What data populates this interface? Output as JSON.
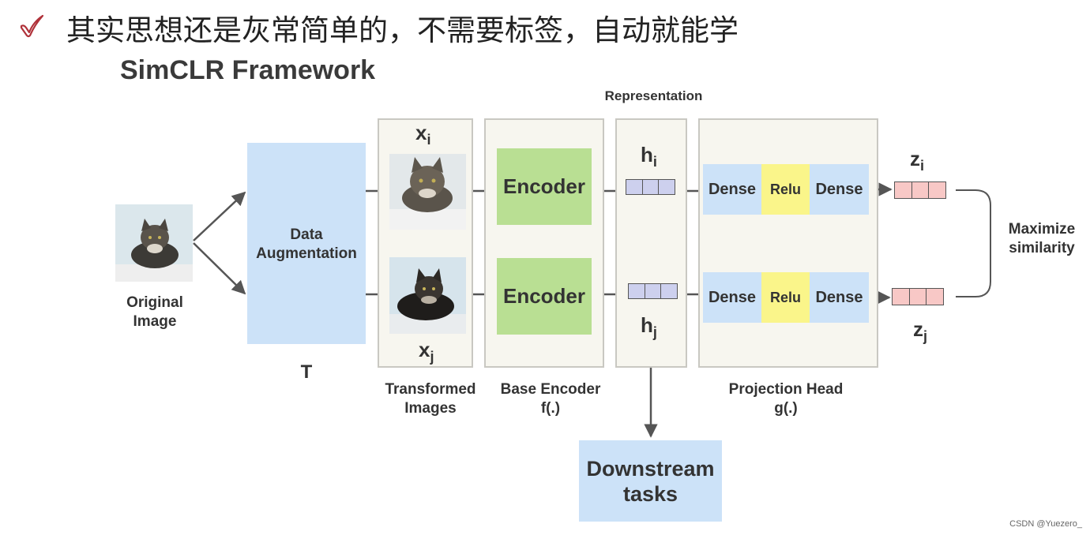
{
  "header": {
    "check_icon": "checkmark-icon",
    "text": "其实思想还是灰常简单的，不需要标签，自动就能学"
  },
  "diagram": {
    "title": "SimCLR Framework",
    "representation_label": "Representation",
    "original_image_label_line1": "Original",
    "original_image_label_line2": "Image",
    "augmentation_line1": "Data",
    "augmentation_line2": "Augmentation",
    "augmentation_symbol": "T",
    "x_i_base": "x",
    "x_i_sub": "i",
    "x_j_base": "x",
    "x_j_sub": "j",
    "transformed_label_line1": "Transformed",
    "transformed_label_line2": "Images",
    "encoder_label": "Encoder",
    "base_encoder_line1": "Base Encoder",
    "base_encoder_line2": "f(.)",
    "h_i_base": "h",
    "h_i_sub": "i",
    "h_j_base": "h",
    "h_j_sub": "j",
    "dense_label": "Dense",
    "relu_label": "Relu",
    "projection_line1": "Projection Head",
    "projection_line2": "g(.)",
    "z_i_base": "z",
    "z_i_sub": "i",
    "z_j_base": "z",
    "z_j_sub": "j",
    "maximize_line1": "Maximize",
    "maximize_line2": "similarity",
    "downstream_line1": "Downstream",
    "downstream_line2": "tasks",
    "colors": {
      "augmentation": "#cce2f8",
      "encoder": "#b9df93",
      "dense": "#cce2f8",
      "relu": "#faf58a",
      "h_vector": "#cdd0ee",
      "z_vector": "#f8c8c6",
      "panel": "#f7f6ef",
      "check": "#b0323a"
    }
  },
  "watermark": "CSDN @Yuezero_"
}
